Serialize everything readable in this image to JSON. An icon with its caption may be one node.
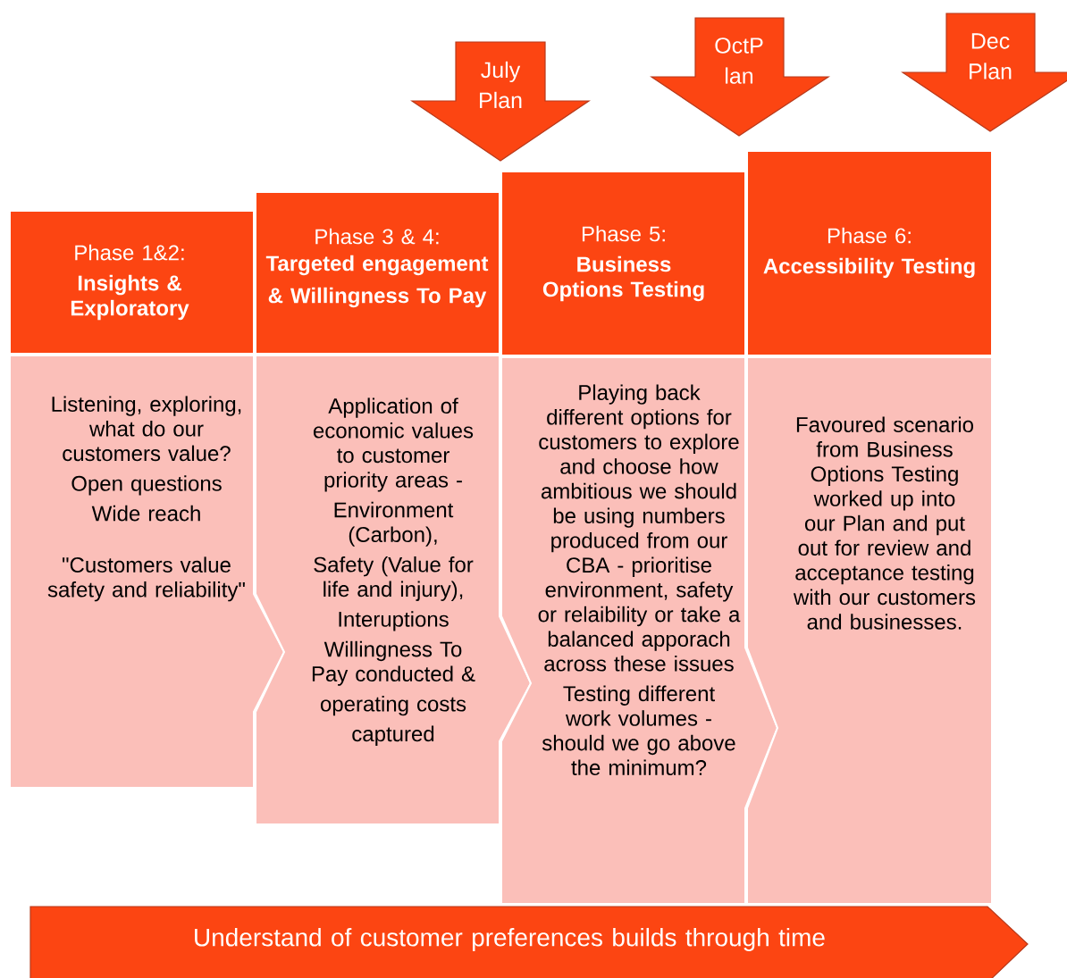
{
  "diagram": {
    "nodes": [
      {
        "text": [
          "July Plan"
        ]
      },
      {
        "text": [
          "OctP lan"
        ]
      },
      {
        "text": [
          "Dec Plan"
        ]
      },
      {
        "text": [
          "Phase 1&2:",
          "Insights & Exploratory"
        ]
      },
      {
        "text": [
          "Listening, exploring, what do our customers value?",
          "Open questions",
          "Wide reach",
          "\"Customers value safety and reliability\""
        ]
      },
      {
        "text": [
          "Phase 3 & 4:",
          "Targeted engagement",
          "& Willingness To Pay"
        ]
      },
      {
        "text": [
          "Application of economic values to customer priority areas -",
          "Environment (Carbon),",
          "Safety (Value for life and injury),",
          "Interuptions",
          "Willingness To Pay conducted &",
          "operating costs",
          "captured"
        ]
      },
      {
        "text": [
          "Phase 5:",
          "Business Options Testing"
        ]
      },
      {
        "text": [
          "Playing back different options for customers to explore and choose how ambitious we should be using numbers produced from our CBA - prioritise environment, safety or relaibility or take a balanced apporach across these issues",
          "Testing different work volumes - should we go above the minimum?"
        ]
      },
      {
        "text": [
          "Phase 6:",
          "Accessibility Testing"
        ]
      },
      {
        "text": [
          "Favoured scenario from Business Options Testing worked up into our Plan and put out for review and acceptance testing with our customers and businesses."
        ]
      },
      {
        "text": [
          "Understand of customer preferences builds through time"
        ]
      }
    ]
  }
}
